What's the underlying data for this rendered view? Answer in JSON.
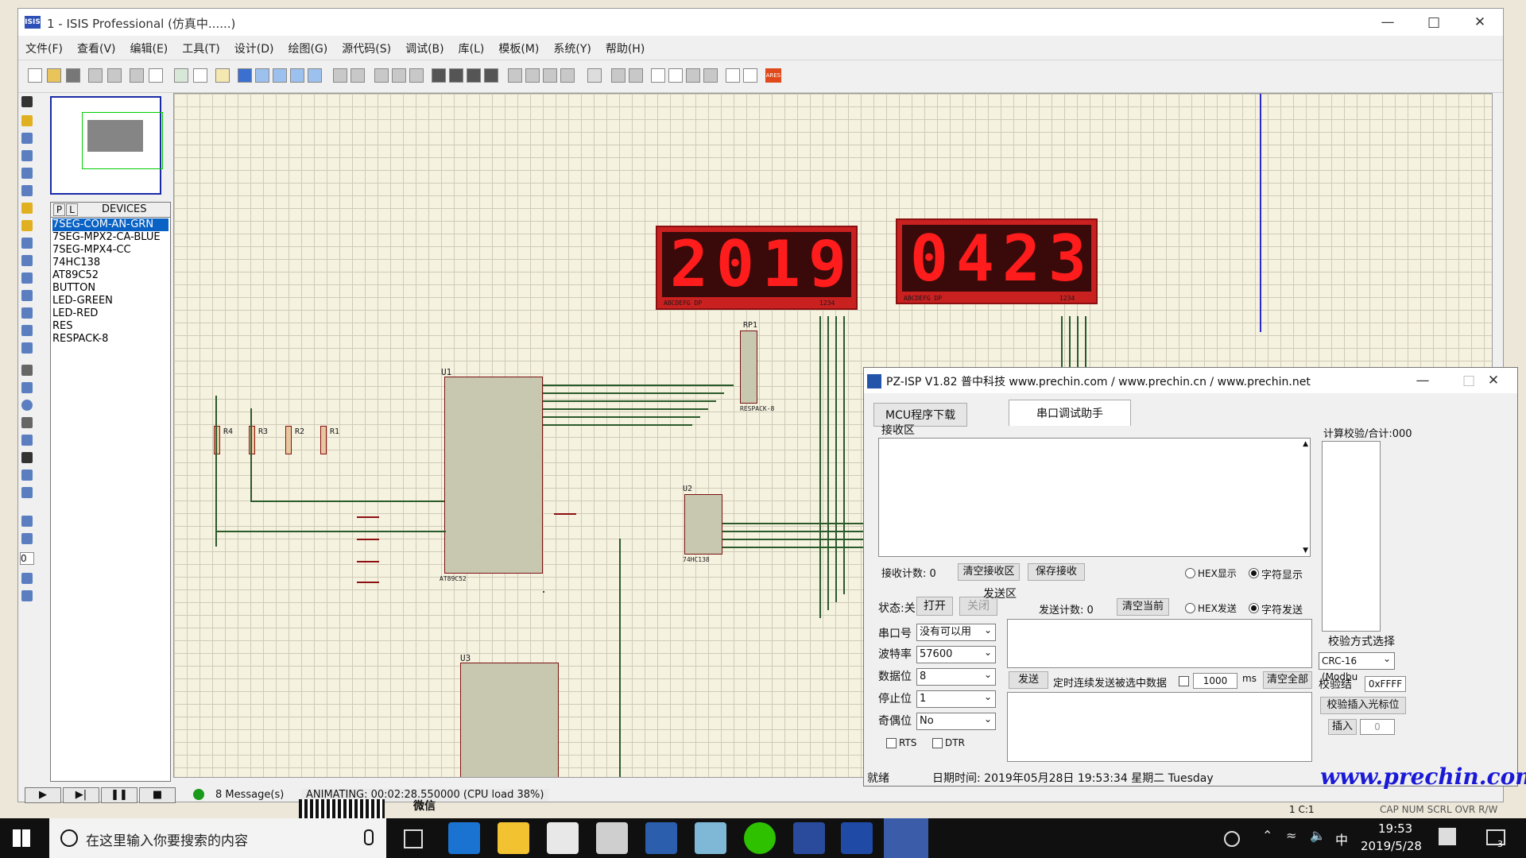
{
  "isis": {
    "title": "1 - ISIS Professional (仿真中......)",
    "logo": "ISIS",
    "menu": [
      "文件(F)",
      "查看(V)",
      "编辑(E)",
      "工具(T)",
      "设计(D)",
      "绘图(G)",
      "源代码(S)",
      "调试(B)",
      "库(L)",
      "模板(M)",
      "系统(Y)",
      "帮助(H)"
    ],
    "device_tabs": [
      "P",
      "L"
    ],
    "devices_header": "DEVICES",
    "devices": [
      "7SEG-COM-AN-GRN",
      "7SEG-MPX2-CA-BLUE",
      "7SEG-MPX4-CC",
      "74HC138",
      "AT89C52",
      "BUTTON",
      "LED-GREEN",
      "LED-RED",
      "RES",
      "RESPACK-8"
    ],
    "rotation_value": "0",
    "messages": "8 Message(s)",
    "animating": "ANIMATING: 00:02:28.550000 (CPU load 38%)",
    "status_right": [
      "CAP",
      "NUM",
      "SCRL",
      "OVR",
      "R/W"
    ],
    "cursor": "1 C:1",
    "iares_logo": "ARES"
  },
  "canvas": {
    "display1": {
      "digits": [
        "2",
        "0",
        "1",
        "9"
      ],
      "pins_label": "ABCDEFG DP",
      "num_label": "1234"
    },
    "display2": {
      "digits": [
        "0",
        "4",
        "2",
        "3"
      ],
      "pins_label": "ABCDEFG DP",
      "num_label": "1234"
    },
    "labels": {
      "u1": "U1",
      "u2": "U2",
      "u3": "U3",
      "rp1": "RP1",
      "r4": "R4",
      "r3": "R3",
      "r2": "R2",
      "r1": "R1",
      "u1_part": "AT89C52",
      "u2_part": "74HC138",
      "rp1_part": "RESPACK-8"
    }
  },
  "isp": {
    "title": "PZ-ISP V1.82 普中科技 www.prechin.com / www.prechin.cn / www.prechin.net",
    "tabs": [
      "MCU程序下载",
      "串口调试助手"
    ],
    "recv_area": "接收区",
    "recv_count": "接收计数: 0",
    "clear_recv": "清空接收区",
    "save_recv": "保存接收",
    "hex_display": "HEX显示",
    "char_display": "字符显示",
    "status_label": "状态:关",
    "open_btn": "打开",
    "close_btn": "关闭",
    "send_area": "发送区",
    "send_count": "发送计数: 0",
    "clear_current": "清空当前",
    "hex_send": "HEX发送",
    "char_send": "字符发送",
    "port_label": "串口号",
    "port_value": "没有可以用",
    "baud_label": "波特率",
    "baud_value": "57600",
    "databits_label": "数据位",
    "databits_value": "8",
    "stopbits_label": "停止位",
    "stopbits_value": "1",
    "parity_label": "奇偶位",
    "parity_value": "No",
    "rts": "RTS",
    "dtr": "DTR",
    "send_btn": "发送",
    "timed_send": "定时连续发送被选中数据",
    "interval": "1000",
    "ms": "ms",
    "clear_all": "清空全部",
    "checksum_title": "计算校验/合计:000",
    "check_mode_label": "校验方式选择",
    "check_mode_value": "CRC-16 (Modbu",
    "check_result_label": "校验结",
    "check_result_value": "0xFFFF",
    "insert_cursor": "校验插入光标位",
    "insert_btn": "插入",
    "insert_value": "0",
    "ready": "就绪",
    "datetime": "日期时间:   2019年05月28日   19:53:34   星期二   Tuesday",
    "url": "www.prechin.com"
  },
  "taskbar": {
    "search_placeholder": "在这里输入你要搜索的内容",
    "time": "19:53",
    "date": "2019/5/28",
    "ime": "中",
    "notif_count": "3",
    "wechat_text": "微信"
  },
  "colors": {
    "segment_red": "#ff1c1c",
    "selection_blue": "#0a62c4",
    "url_blue": "#1a1ad6",
    "taskbar": "#101010"
  }
}
